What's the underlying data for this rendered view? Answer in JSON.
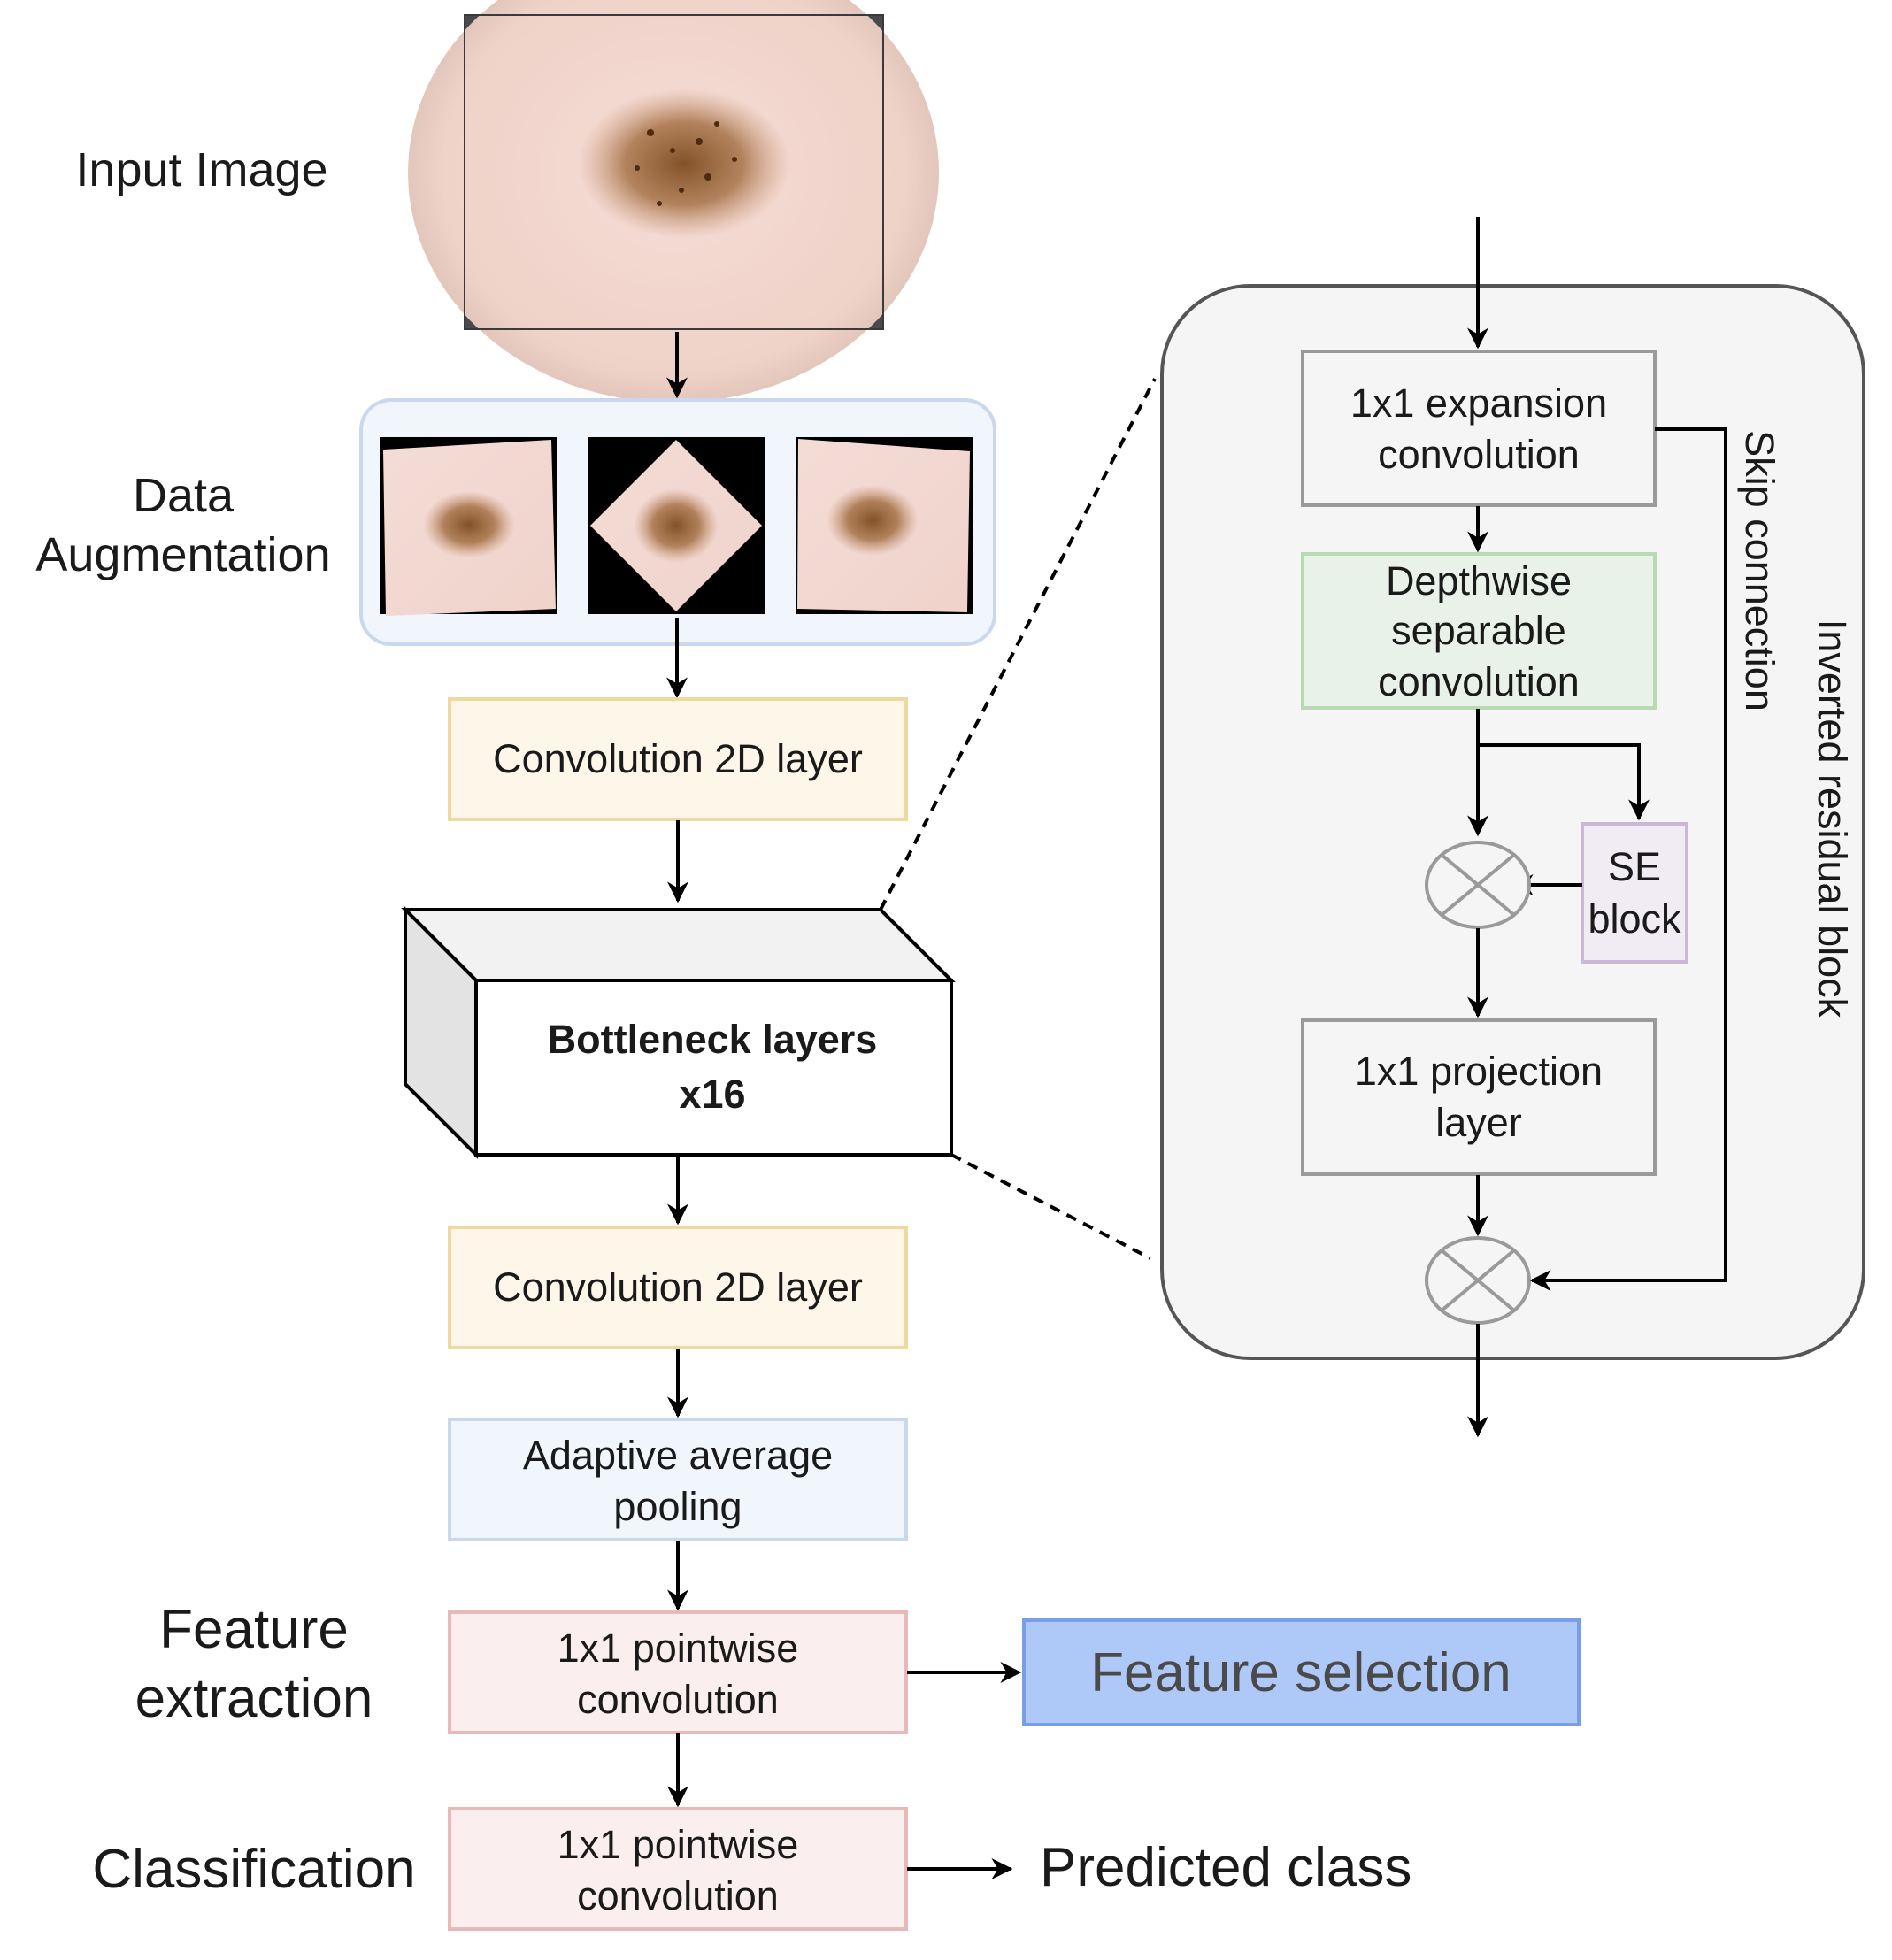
{
  "labels": {
    "input_image": "Input Image",
    "data_aug_1": "Data",
    "data_aug_2": "Augmentation",
    "feature_1": "Feature",
    "feature_2": "extraction",
    "classification": "Classification"
  },
  "pipeline": {
    "conv2d_1": "Convolution 2D layer",
    "bottleneck_1": "Bottleneck layers",
    "bottleneck_2": "x16",
    "conv2d_2": "Convolution 2D layer",
    "pooling_1": "Adaptive average",
    "pooling_2": "pooling",
    "pointwise_feat_1": "1x1 pointwise",
    "pointwise_feat_2": "convolution",
    "pointwise_cls_1": "1x1 pointwise",
    "pointwise_cls_2": "convolution"
  },
  "outputs": {
    "feature_selection": "Feature selection",
    "predicted_class": "Predicted class"
  },
  "block": {
    "expansion_1": "1x1 expansion",
    "expansion_2": "convolution",
    "depthwise_1": "Depthwise",
    "depthwise_2": "separable",
    "depthwise_3": "convolution",
    "se_1": "SE",
    "se_2": "block",
    "projection_1": "1x1 projection",
    "projection_2": "layer",
    "skip": "Skip connection",
    "inverted": "Inverted residual block"
  },
  "colors": {
    "conv_fill": "#fef6e8",
    "conv_stroke": "#efd9a0",
    "pool_fill": "#f1f6fd",
    "pool_stroke": "#c9d8ec",
    "pointwise_fill": "#fbeeee",
    "pointwise_stroke": "#e8b9b9",
    "feature_fill": "#aec8f7",
    "feature_stroke": "#7a9ee6",
    "feature_text": "#4a4a4a",
    "depthwise_fill": "#e9f2e8",
    "depthwise_stroke": "#b9d8b4",
    "se_fill": "#f1ebf3",
    "se_stroke": "#cbb7d6",
    "block_bg": "#f5f5f5"
  },
  "icons": [
    "input-lesion-image",
    "augmented-image",
    "multiply-operator-icon",
    "arrow-icon"
  ]
}
